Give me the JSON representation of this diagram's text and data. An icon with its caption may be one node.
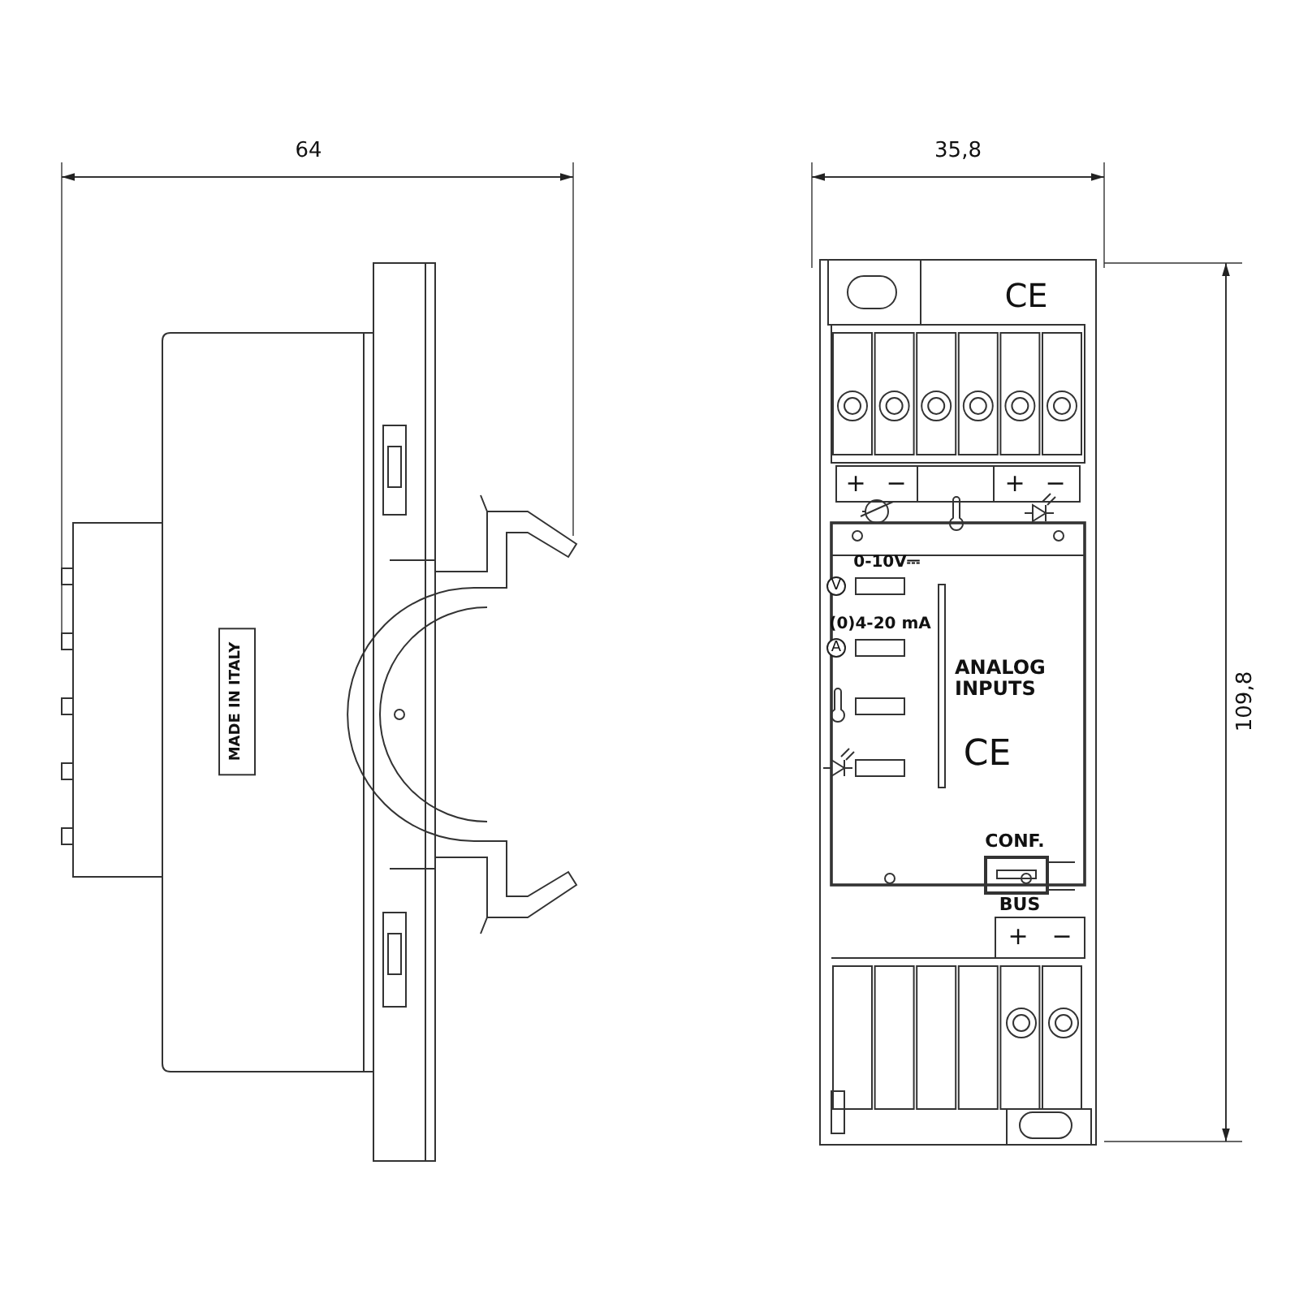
{
  "diagram": {
    "labels": [
      "64",
      "35,8",
      "CE",
      "+",
      "−",
      "+",
      "−",
      "109,8",
      "0-10V⎓",
      "V",
      "(0)4-20 mA",
      "A",
      "ANALOG INPUTS",
      "MADE IN ITALY",
      "CE",
      "CONF.",
      "BUS",
      "+",
      "−"
    ]
  }
}
